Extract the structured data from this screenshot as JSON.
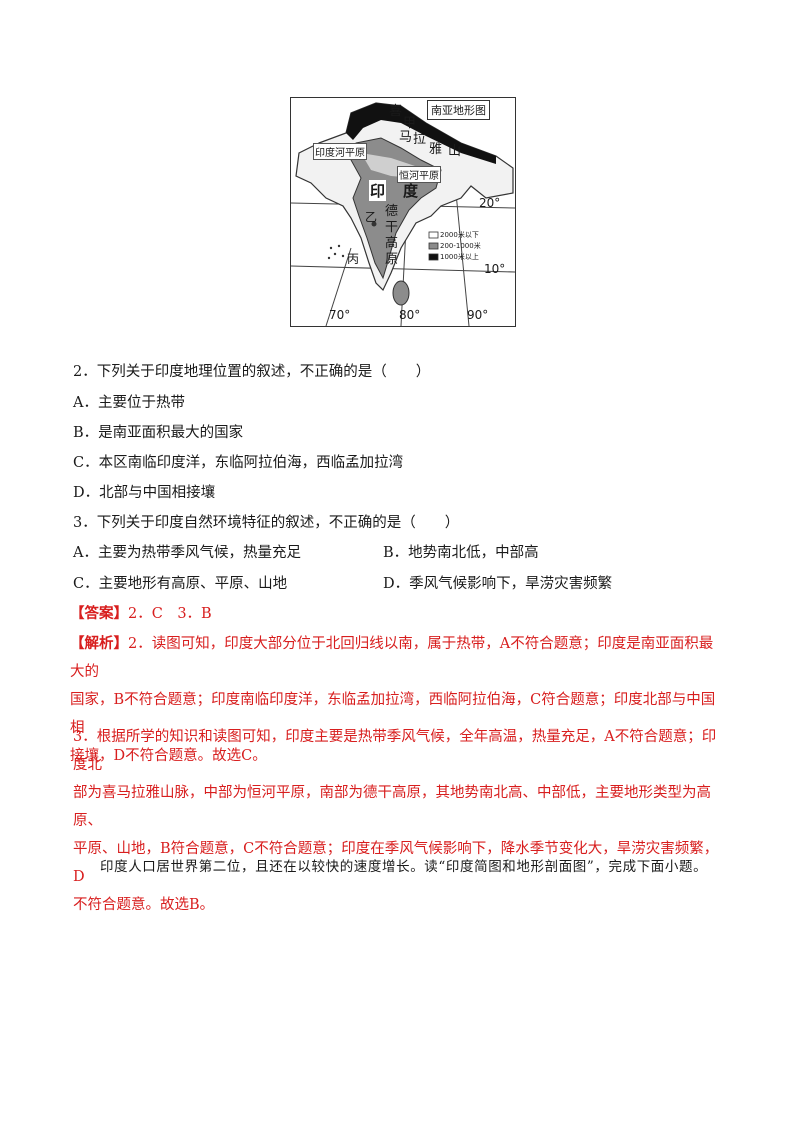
{
  "map": {
    "title": "南亚地形图",
    "himalaya": [
      "喜",
      "马",
      "拉",
      "雅",
      "山"
    ],
    "himalaya_jia": "甲",
    "yindu_heping": "印度河平原",
    "henghe_pingyuan": "恒河平原",
    "country": [
      "印",
      "度"
    ],
    "deccan": [
      "德",
      "干",
      "高",
      "原"
    ],
    "yi": "乙",
    "bing": "丙",
    "lat_20": "20°",
    "lat_10": "10°",
    "lon_70": "70°",
    "lon_80": "80°",
    "lon_90": "90°",
    "legend": [
      "2000米以下",
      "200-1000米",
      "1000米以上"
    ]
  },
  "q2": {
    "stem": "2．下列关于印度地理位置的叙述，不正确的是（　　）",
    "a": "A．主要位于热带",
    "b": "B．是南亚面积最大的国家",
    "c": "C．本区南临印度洋，东临阿拉伯海，西临孟加拉湾",
    "d": "D．北部与中国相接壤"
  },
  "q3": {
    "stem": "3．下列关于印度自然环境特征的叙述，不正确的是（　　）",
    "a": "A．主要为热带季风气候，热量充足",
    "b": "B．地势南北低，中部高",
    "c": "C．主要地形有高原、平原、山地",
    "d": "D．季风气候影响下，旱涝灾害频繁"
  },
  "answer": {
    "label": "【答案】",
    "text": "2．C　3．B"
  },
  "analysis": {
    "label": "【解析】",
    "p1_line1": "2．读图可知，印度大部分位于北回归线以南，属于热带，A不符合题意；印度是南亚面积最大的",
    "p1_line2": "国家，B不符合题意；印度南临印度洋，东临孟加拉湾，西临阿拉伯海，C符合题意；印度北部与中国相",
    "p1_line3": "接壤，D不符合题意。故选C。",
    "p2_line1": "3．根据所学的知识和读图可知，印度主要是热带季风气候，全年高温，热量充足，A不符合题意；印度北",
    "p2_line2": "部为喜马拉雅山脉，中部为恒河平原，南部为德干高原，其地势南北高、中部低，主要地形类型为高原、",
    "p2_line3": "平原、山地，B符合题意，C不符合题意；印度在季风气候影响下，降水季节变化大，旱涝灾害频繁，D",
    "p2_line4": "不符合题意。故选B。"
  },
  "intro": "印度人口居世界第二位，且还在以较快的速度增长。读“印度简图和地形剖面图”，完成下面小题。"
}
